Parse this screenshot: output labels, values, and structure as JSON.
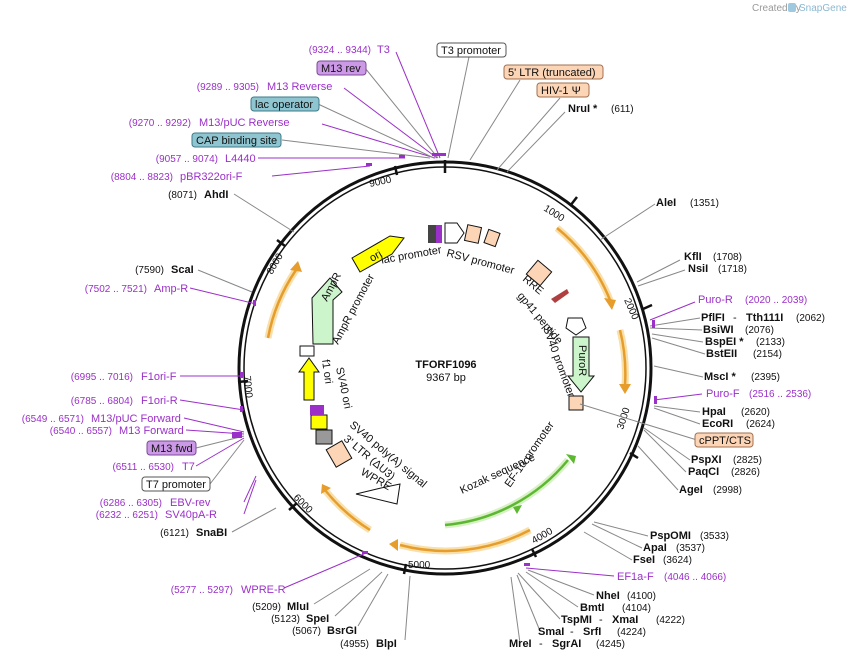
{
  "watermark": {
    "created_by": "Created by",
    "brand": "SnapGene"
  },
  "center": {
    "name": "TFORF1096",
    "length": "9367 bp"
  },
  "ticks": [
    "1000",
    "2000",
    "3000",
    "4000",
    "5000",
    "6000",
    "7000",
    "8000",
    "9000"
  ],
  "boxed_labels": {
    "t3_promoter": "T3 promoter",
    "ltr_truncated": "5' LTR (truncated)",
    "hiv_psi": "HIV-1 Ψ",
    "m13_rev": "M13 rev",
    "lac_operator": "lac operator",
    "cap_site": "CAP binding site",
    "cppt": "cPPT/CTS",
    "m13_fwd": "M13 fwd",
    "t7_promoter": "T7 promoter"
  },
  "primers": {
    "t3": {
      "range": "(9324 .. 9344)",
      "name": "T3"
    },
    "m13_reverse": {
      "range": "(9289 .. 9305)",
      "name": "M13 Reverse"
    },
    "m13_puc_reverse": {
      "range": "(9270 .. 9292)",
      "name": "M13/pUC Reverse"
    },
    "l4440": {
      "range": "(9057 .. 9074)",
      "name": "L4440"
    },
    "pbr322": {
      "range": "(8804 .. 8823)",
      "name": "pBR322ori-F"
    },
    "amp_r": {
      "range": "(7502 .. 7521)",
      "name": "Amp-R"
    },
    "f1ori_f": {
      "range": "(6995 .. 7016)",
      "name": "F1ori-F"
    },
    "f1ori_r": {
      "range": "(6785 .. 6804)",
      "name": "F1ori-R"
    },
    "m13_puc_forward": {
      "range": "(6549 .. 6571)",
      "name": "M13/pUC Forward"
    },
    "m13_forward": {
      "range": "(6540 .. 6557)",
      "name": "M13 Forward"
    },
    "t7": {
      "range": "(6511 .. 6530)",
      "name": "T7"
    },
    "ebv_rev": {
      "range": "(6286 .. 6305)",
      "name": "EBV-rev"
    },
    "sv40pa_r": {
      "range": "(6232 .. 6251)",
      "name": "SV40pA-R"
    },
    "wpre_r": {
      "range": "(5277 .. 5297)",
      "name": "WPRE-R"
    },
    "puro_r": {
      "name": "Puro-R",
      "range": "(2020 .. 2039)"
    },
    "puro_f": {
      "name": "Puro-F",
      "range": "(2516 .. 2536)"
    },
    "ef1a_f": {
      "name": "EF1a-F",
      "range": "(4046 .. 4066)"
    }
  },
  "sites": {
    "nrui": {
      "name": "NruI *",
      "pos": "(611)"
    },
    "alei": {
      "name": "AleI",
      "pos": "(1351)"
    },
    "kfli": {
      "name": "KflI",
      "pos": "(1708)"
    },
    "nsii": {
      "name": "NsiI",
      "pos": "(1718)"
    },
    "pflfi": {
      "name": "PflFI",
      "sep": " - ",
      "name2": "Tth111I",
      "pos": "(2062)"
    },
    "bsiwi": {
      "name": "BsiWI",
      "pos": "(2076)"
    },
    "bspei": {
      "name": "BspEI *",
      "pos": "(2133)"
    },
    "bsteii": {
      "name": "BstEII",
      "pos": "(2154)"
    },
    "msci": {
      "name": "MscI *",
      "pos": "(2395)"
    },
    "hpai": {
      "name": "HpaI",
      "pos": "(2620)"
    },
    "ecori": {
      "name": "EcoRI",
      "pos": "(2624)"
    },
    "pspxi": {
      "name": "PspXI",
      "pos": "(2825)"
    },
    "paqci": {
      "name": "PaqCI",
      "pos": "(2826)"
    },
    "agei": {
      "name": "AgeI",
      "pos": "(2998)"
    },
    "pspomi": {
      "name": "PspOMI",
      "pos": "(3533)"
    },
    "apai": {
      "name": "ApaI",
      "pos": "(3537)"
    },
    "fsei": {
      "name": "FseI",
      "pos": "(3624)"
    },
    "nhei": {
      "name": "NheI",
      "pos": "(4100)"
    },
    "bmti": {
      "name": "BmtI",
      "pos": "(4104)"
    },
    "tspmi": {
      "name": "TspMI",
      "sep": " - ",
      "name2": "XmaI",
      "pos": "(4222)"
    },
    "smai": {
      "name": "SmaI",
      "sep": " - ",
      "name2": "SrfI",
      "pos": "(4224)"
    },
    "mrei": {
      "name": "MreI",
      "sep": " - ",
      "name2": "SgrAI",
      "pos": "(4245)"
    },
    "blpi": {
      "pos": "(4955)",
      "name": "BlpI"
    },
    "bsrgi": {
      "pos": "(5067)",
      "name": "BsrGI"
    },
    "spei": {
      "pos": "(5123)",
      "name": "SpeI"
    },
    "mlui": {
      "pos": "(5209)",
      "name": "MluI"
    },
    "snabi": {
      "pos": "(6121)",
      "name": "SnaBI"
    },
    "scai": {
      "pos": "(7590)",
      "name": "ScaI"
    },
    "ahdi": {
      "pos": "(8071)",
      "name": "AhdI"
    }
  },
  "features": {
    "rsv_promoter": "RSV promoter",
    "lac_promoter": "lac promoter",
    "ori": "ori",
    "rre": "RRE",
    "gp41": "gp41 peptide",
    "sv40_promoter": "SV40 promoter",
    "puror": "PuroR",
    "ef1a_promoter": "EF-1α promoter",
    "kozak": "Kozak sequence",
    "wpre": "WPRE",
    "ltr3": "3' LTR (ΔU3)",
    "sv40_polya": "SV40 poly(A) signal",
    "sv40_ori": "SV40 ori",
    "f1_ori": "f1 ori",
    "ampr_promoter": "AmpR promoter",
    "ampr": "AmpR"
  },
  "colors": {
    "ori": "#ffff00",
    "orf_arrow": "#f0a840",
    "orf_outline": "#f9dfa9",
    "puror": "#ccf5cc",
    "ampr": "#ccf5cc",
    "ltr": "#fbd5b5",
    "primer": "#9b30c8",
    "m13_box": "#cc99e6",
    "lac_box": "#8ec5d1",
    "green_arrow": "#5cb830"
  }
}
